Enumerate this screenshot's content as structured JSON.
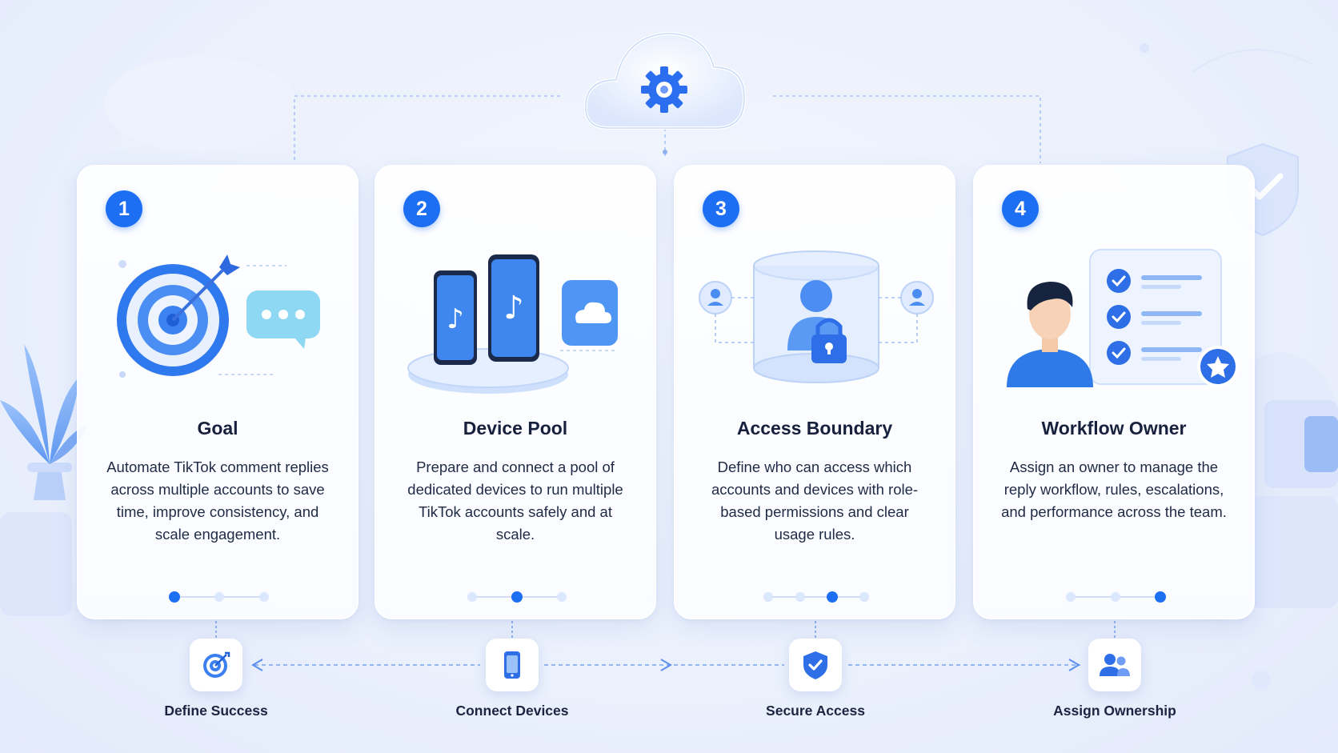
{
  "cards": [
    {
      "number": "1",
      "title": "Goal",
      "desc": "Automate TikTok comment replies across multiple accounts to save time, improve consistency, and scale engagement.",
      "active_dot": 1,
      "dot_count": 3
    },
    {
      "number": "2",
      "title": "Device Pool",
      "desc": "Prepare and connect a pool of dedicated devices to run multiple TikTok accounts safely and at scale.",
      "active_dot": 2,
      "dot_count": 3
    },
    {
      "number": "3",
      "title": "Access Boundary",
      "desc": "Define who can access which accounts and devices with role-based permissions and clear usage rules.",
      "active_dot": 3,
      "dot_count": 4
    },
    {
      "number": "4",
      "title": "Workflow Owner",
      "desc": "Assign an owner to manage the reply workflow, rules, escalations, and performance across the team.",
      "active_dot": 3,
      "dot_count": 3
    }
  ],
  "steps": [
    {
      "label": "Define Success",
      "icon": "target-icon"
    },
    {
      "label": "Connect Devices",
      "icon": "phone-icon"
    },
    {
      "label": "Secure Access",
      "icon": "shield-check-icon"
    },
    {
      "label": "Assign Ownership",
      "icon": "users-icon"
    }
  ],
  "colors": {
    "accent": "#1c6ef2",
    "light_blue": "#8fb6f5",
    "pale_blue": "#dbe7fd"
  }
}
